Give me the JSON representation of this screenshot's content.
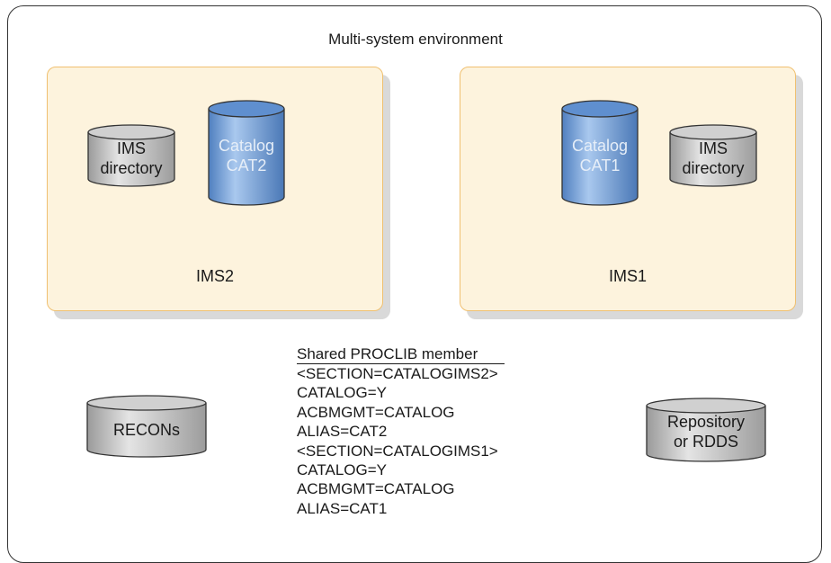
{
  "environment_title": "Multi-system environment",
  "ims2": {
    "label": "IMS2",
    "directory_line1": "IMS",
    "directory_line2": "directory",
    "catalog_line1": "Catalog",
    "catalog_line2": "CAT2"
  },
  "ims1": {
    "label": "IMS1",
    "directory_line1": "IMS",
    "directory_line2": "directory",
    "catalog_line1": "Catalog",
    "catalog_line2": "CAT1"
  },
  "recons": {
    "label": "RECONs"
  },
  "repository": {
    "line1": "Repository",
    "line2": "or RDDS"
  },
  "proclib": {
    "heading": "Shared PROCLIB member",
    "lines": [
      "<SECTION=CATALOGIMS2>",
      "CATALOG=Y",
      "ACBMGMT=CATALOG",
      "ALIAS=CAT2",
      "<SECTION=CATALOGIMS1>",
      "CATALOG=Y",
      "ACBMGMT=CATALOG",
      "ALIAS=CAT1"
    ]
  },
  "colors": {
    "ims_box_fill": "#fdf3dd",
    "ims_box_border": "#f0c070",
    "catalog_blue": "#7ea6d8",
    "disk_gray": "#b8b8b8"
  }
}
